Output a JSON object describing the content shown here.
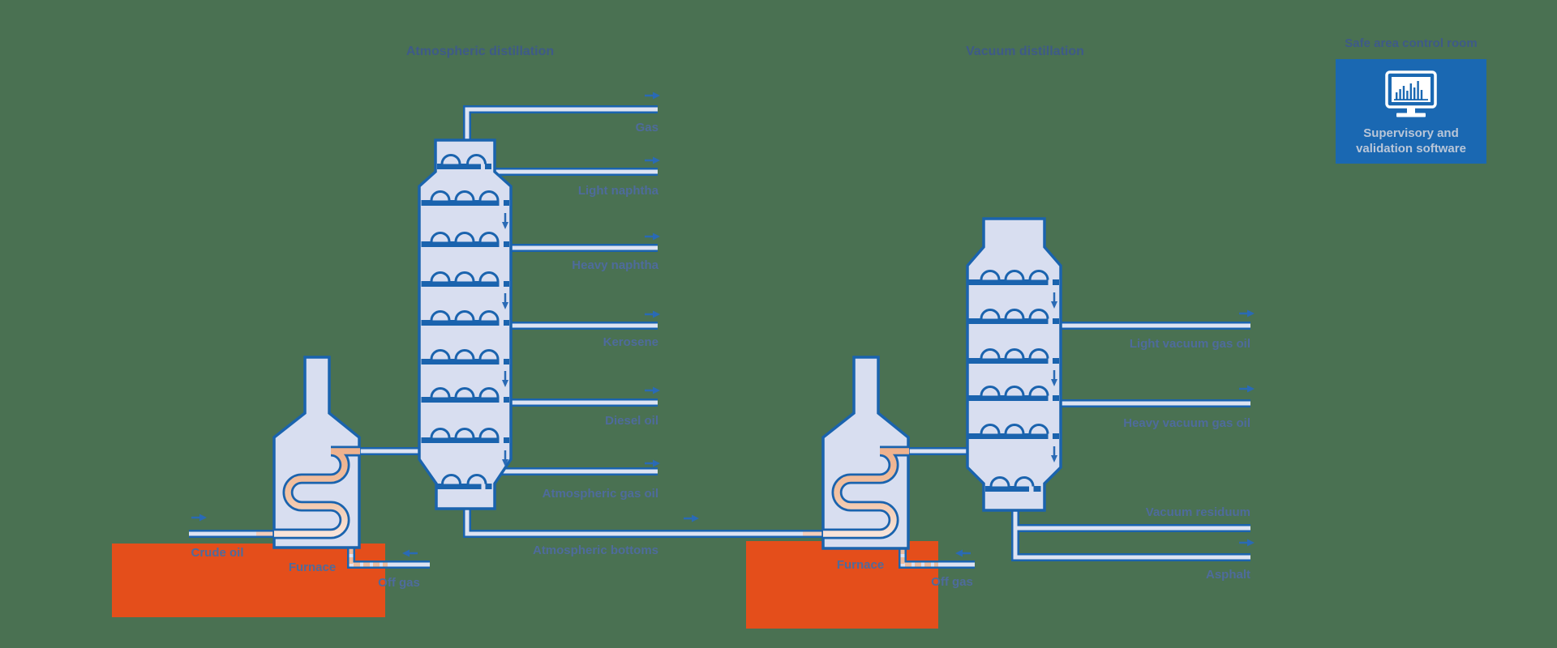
{
  "colors": {
    "background": "#4a7152",
    "outline_blue": "#1a63ae",
    "vessel_fill": "#d8def0",
    "pipe_fill": "#dde3f3",
    "arrow_blue": "#2a6ab5",
    "hazard_orange": "#e44e1b",
    "coil_peach": "#eeb18d",
    "label_blue": "#4e6b9c",
    "title_blue": "#3e5a88",
    "control_box_blue": "#1a68b2",
    "control_text": "#b9c6d8"
  },
  "atmospheric": {
    "title": "Atmospheric distillation",
    "outputs": [
      "Gas",
      "Light naphtha",
      "Heavy naphtha",
      "Kerosene",
      "Diesel oil",
      "Atmospheric gas oil",
      "Atmospheric bottoms"
    ],
    "feed_label": "Crude oil",
    "furnace_label": "Furnace",
    "offgas_label": "Off gas"
  },
  "vacuum": {
    "title": "Vacuum distillation",
    "outputs": [
      "Light vacuum gas oil",
      "Heavy vacuum gas oil",
      "Vacuum residuum",
      "Asphalt"
    ],
    "furnace_label": "Furnace",
    "offgas_label": "Off gas"
  },
  "control_room": {
    "title": "Safe area control room",
    "line1": "Supervisory and",
    "line2": "validation software",
    "icon": "monitor-bar-chart-icon"
  }
}
